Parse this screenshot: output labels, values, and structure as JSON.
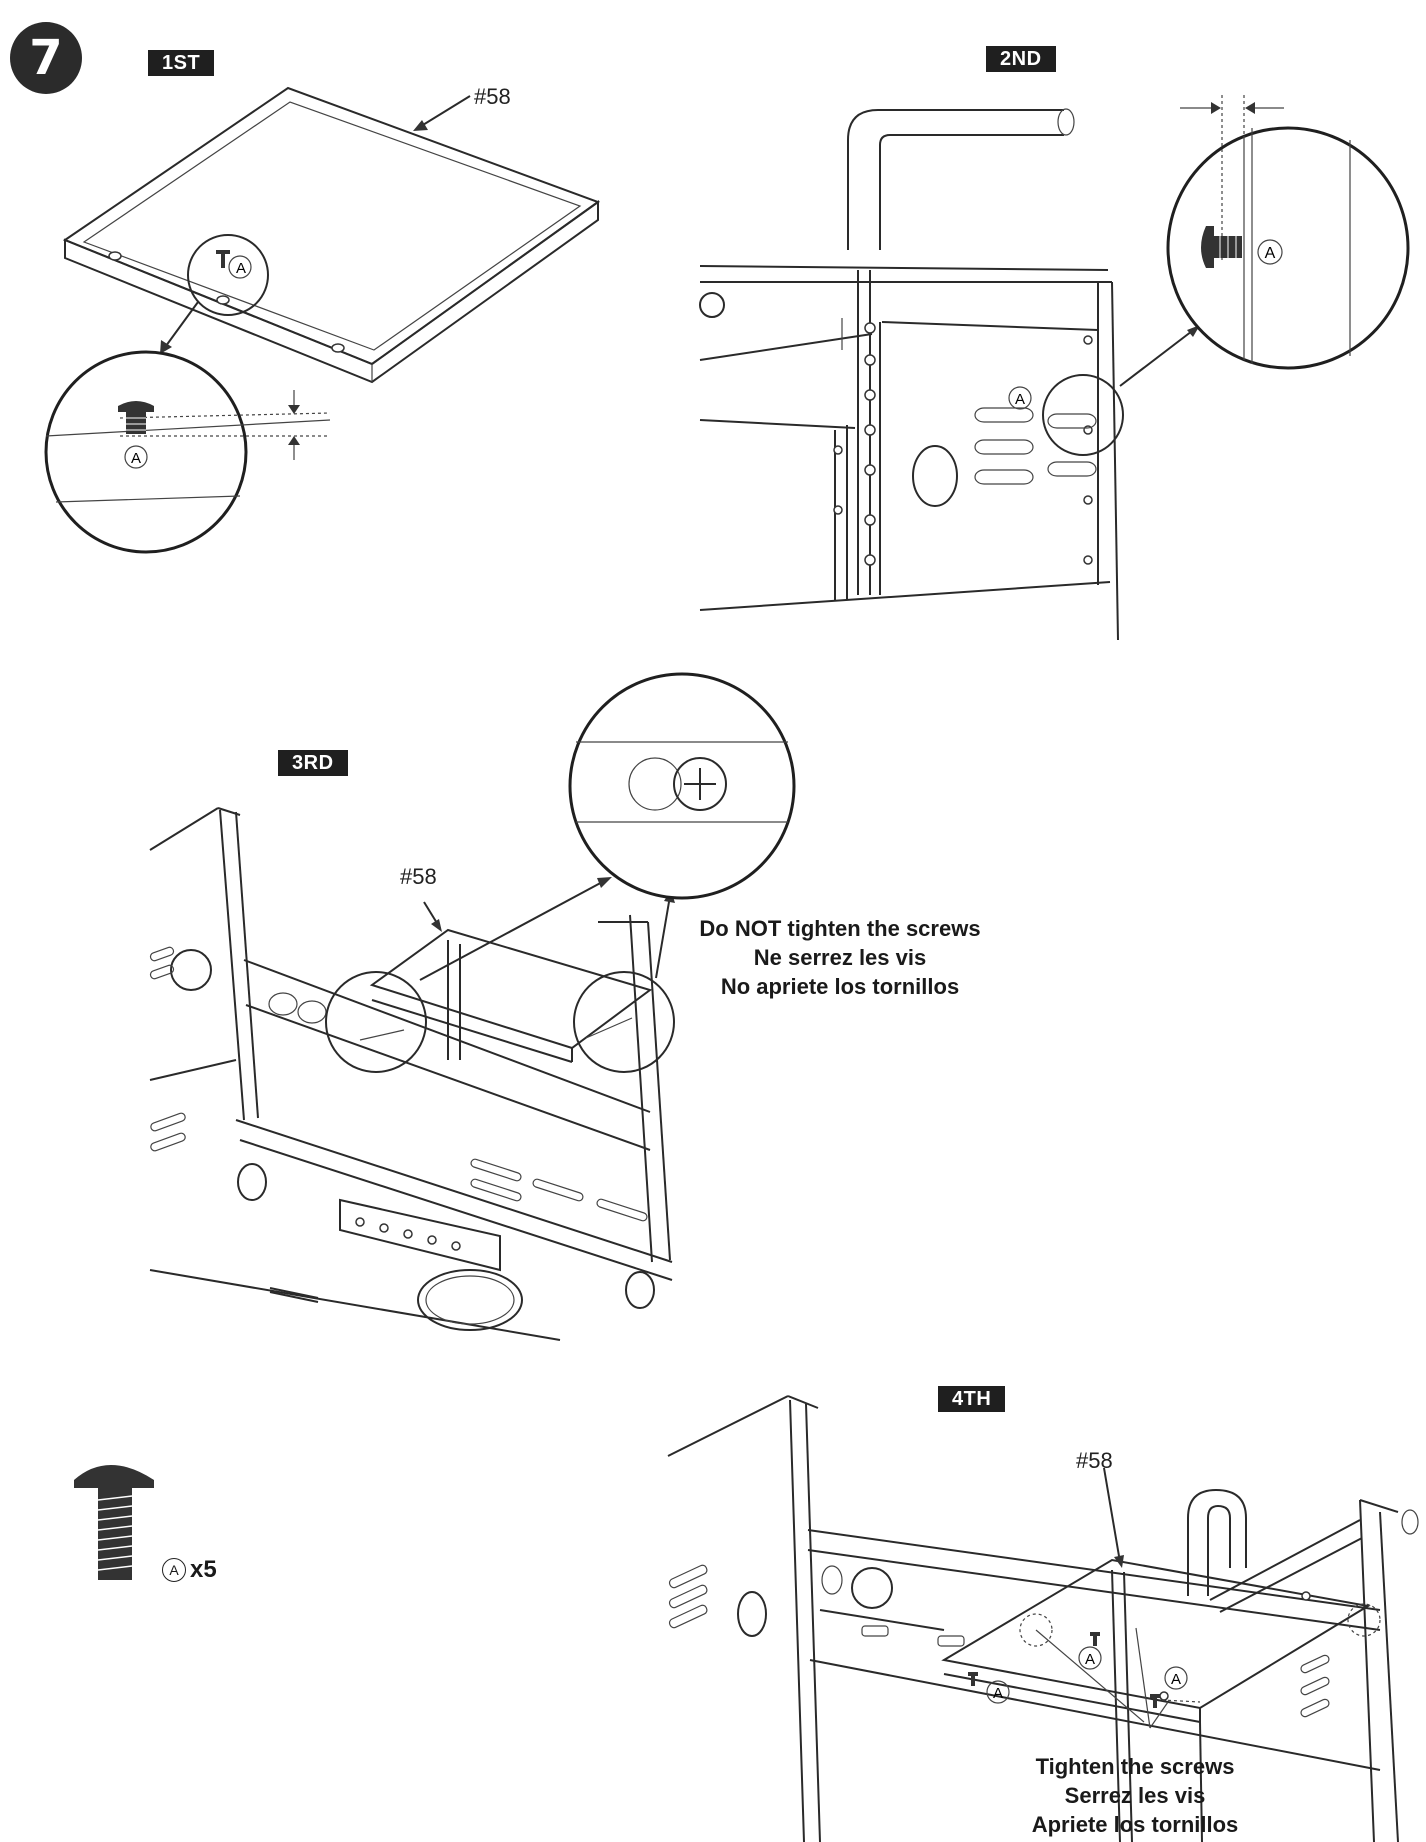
{
  "step_number": "7",
  "stages": [
    {
      "id": "1st",
      "tag": "1ST",
      "part_label": "#58"
    },
    {
      "id": "2nd",
      "tag": "2ND"
    },
    {
      "id": "3rd",
      "tag": "3RD",
      "part_label": "#58"
    },
    {
      "id": "4th",
      "tag": "4TH",
      "part_label": "#58"
    }
  ],
  "callout_letter": "A",
  "notes": {
    "do_not_tighten": [
      "Do NOT tighten the screws",
      "Ne serrez les vis",
      "No apriete los tornillos"
    ],
    "tighten": [
      "Tighten the screws",
      "Serrez les vis",
      "Apriete los tornillos"
    ]
  },
  "hardware": {
    "letter": "A",
    "quantity": "x5",
    "icon": "screw-icon"
  },
  "colors": {
    "ink": "#2a2a2a",
    "tag_bg": "#1f1f1f",
    "badge_bg": "#2b2b2b"
  }
}
